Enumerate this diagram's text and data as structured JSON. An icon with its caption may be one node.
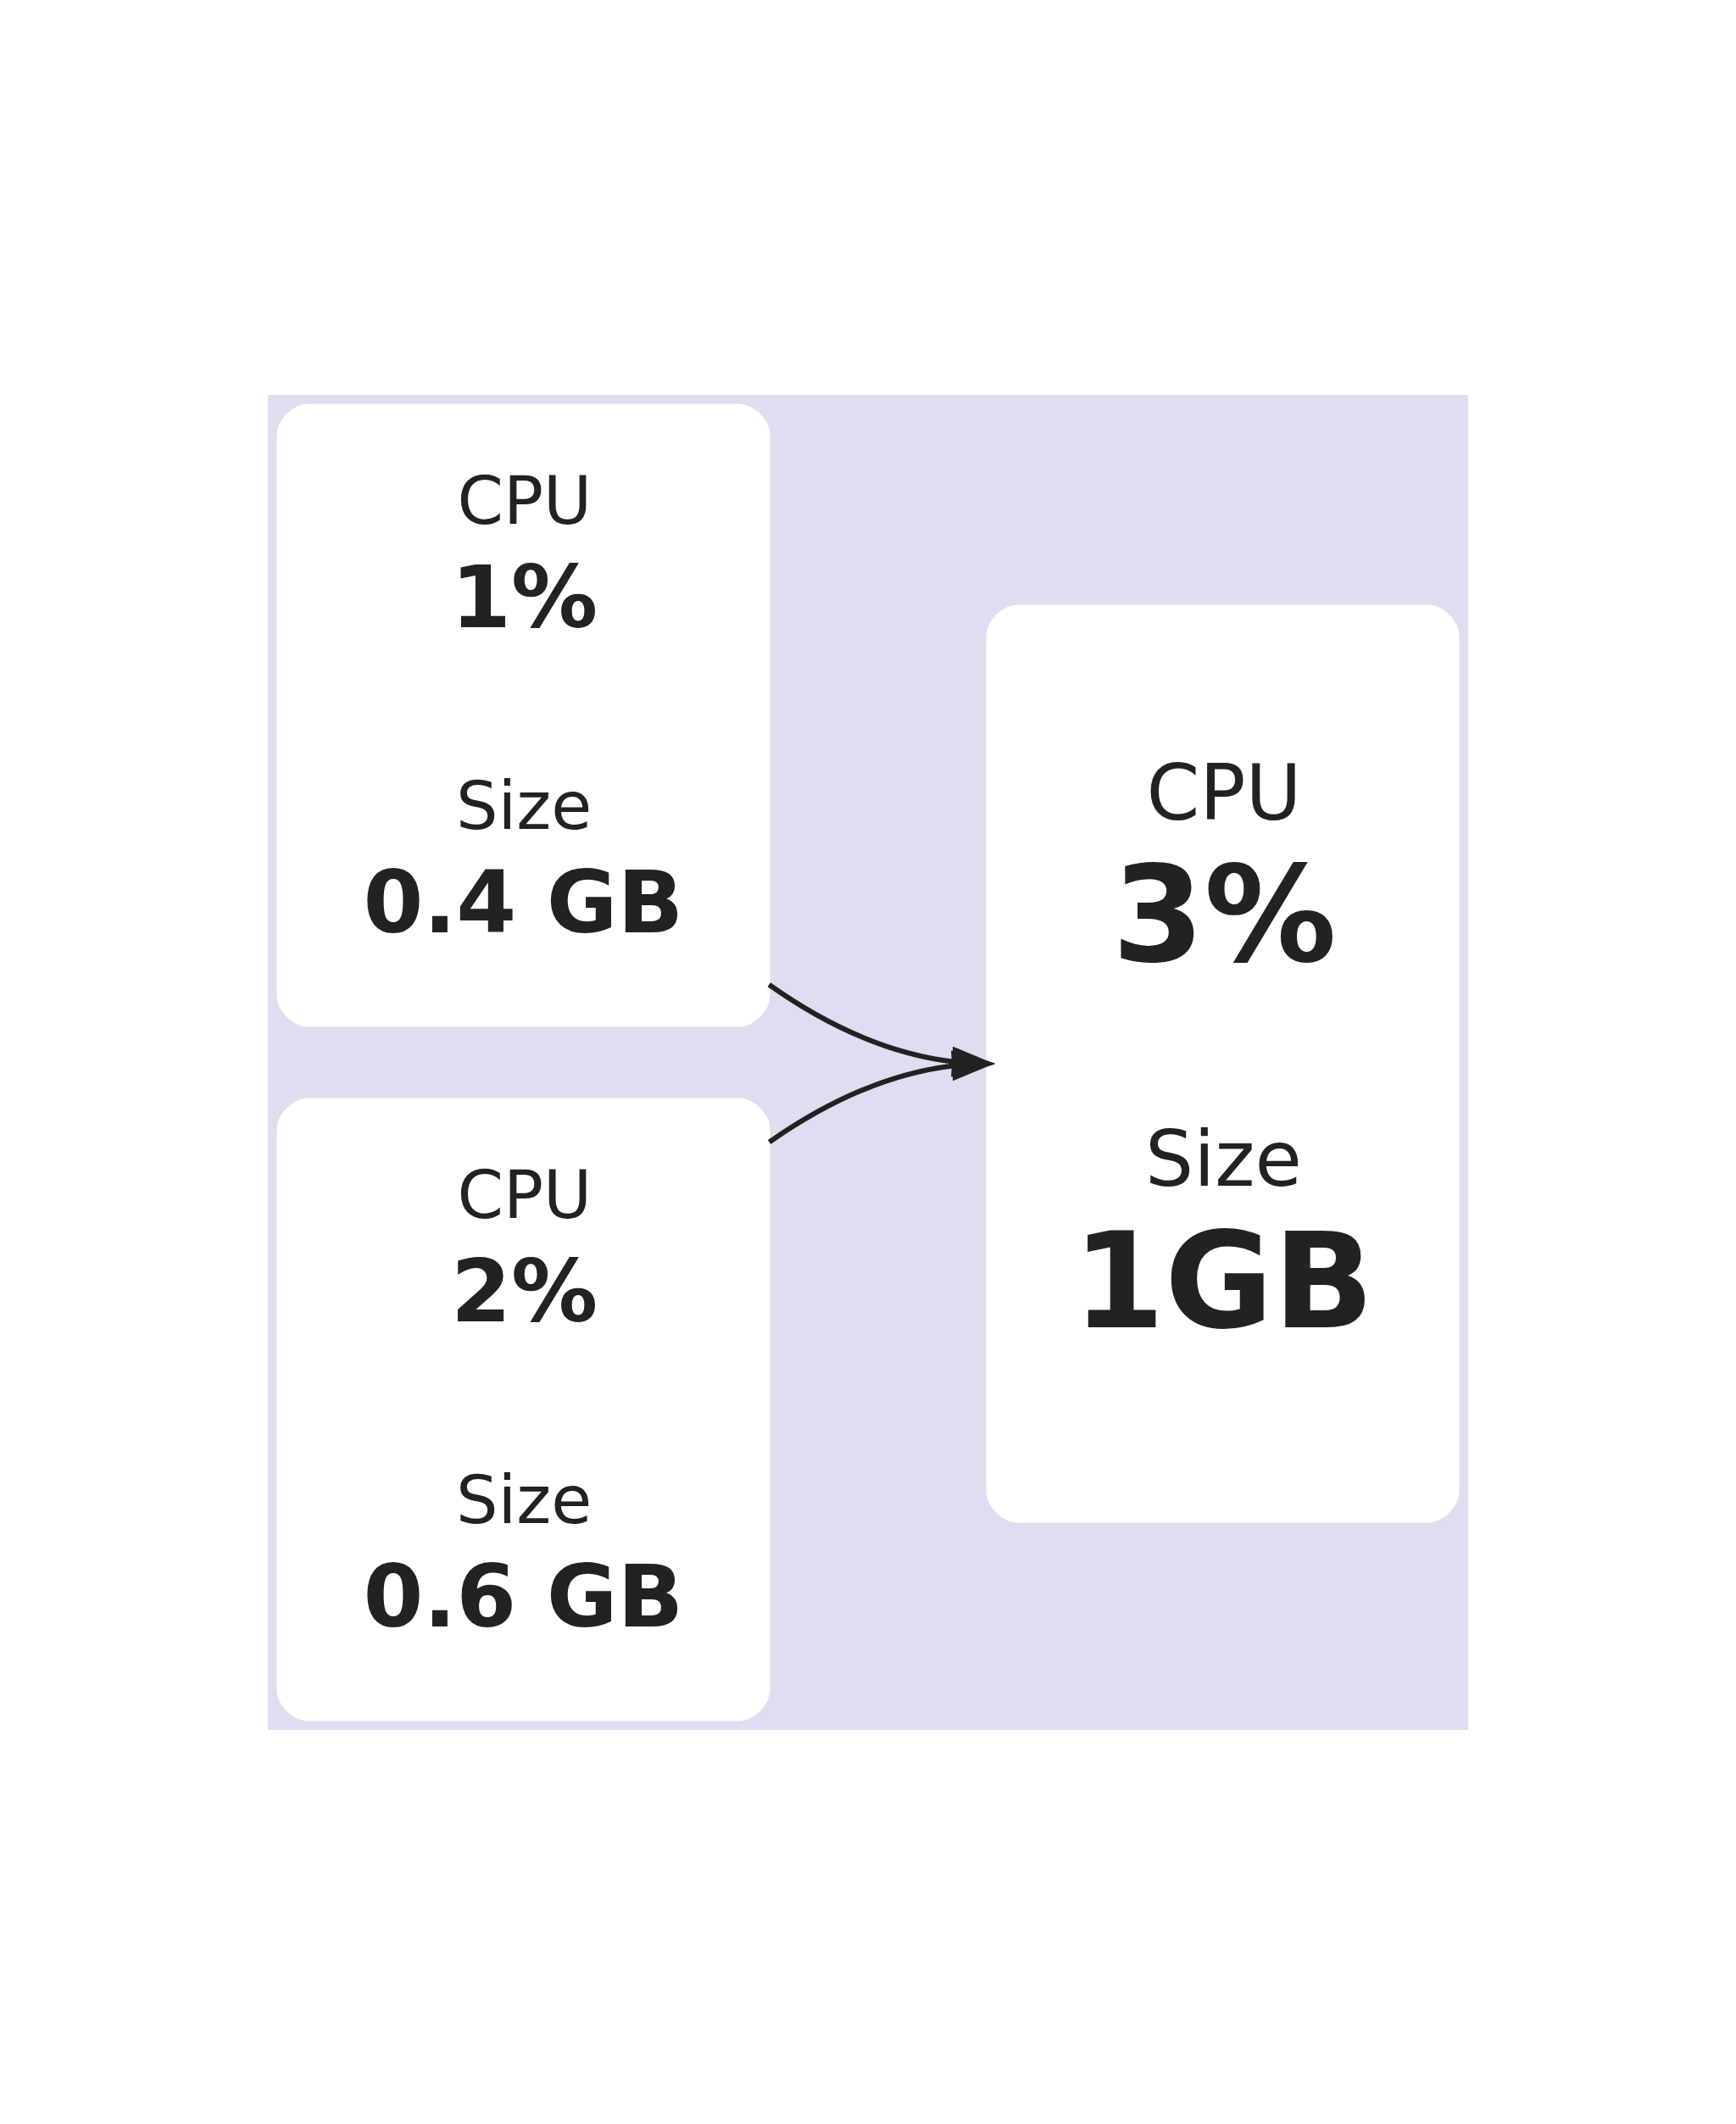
{
  "diagram": {
    "nodes": [
      {
        "text": [
          "CPU",
          "1%",
          "Size",
          "0.4 GB"
        ]
      },
      {
        "text": [
          "CPU",
          "2%",
          "Size",
          "0.6 GB"
        ]
      },
      {
        "text": [
          "CPU",
          "3%",
          "Size",
          "1GB"
        ]
      }
    ],
    "edges": [
      {
        "from": 0,
        "to": 2,
        "arrow": "to"
      },
      {
        "from": 1,
        "to": 2,
        "arrow": "to"
      }
    ]
  }
}
